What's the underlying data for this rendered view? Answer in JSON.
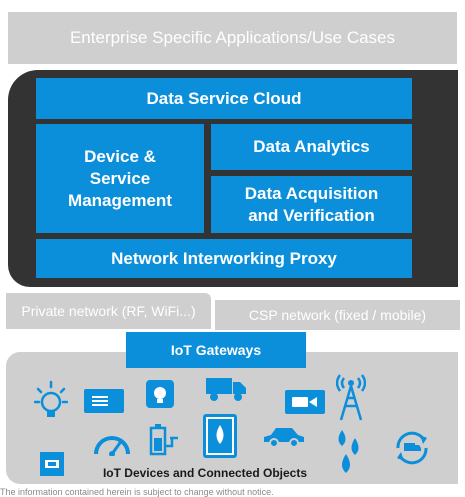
{
  "layers": {
    "enterprise": "Enterprise Specific Applications/Use Cases",
    "data_service_cloud": "Data Service Cloud",
    "device_service_mgmt": "Device & Service Management",
    "data_analytics": "Data Analytics",
    "data_acquisition": "Data Acquisition and Verification",
    "network_proxy": "Network Interworking Proxy",
    "private_network": "Private network (RF, WiFi...)",
    "csp_network": "CSP network (fixed / mobile)",
    "iot_gateways": "IoT Gateways",
    "iot_devices": "IoT Devices and Connected Objects"
  },
  "footer": "The information contained herein is subject to change without notice.",
  "colors": {
    "blue": "#0b8fdb",
    "dark": "#333333",
    "grey": "#cfcfcf"
  },
  "icons": [
    "lightbulb-icon",
    "card-reader-icon",
    "smart-bulb-icon",
    "truck-icon",
    "video-camera-icon",
    "cell-tower-icon",
    "beacon-icon",
    "gauge-icon",
    "battery-charger-icon",
    "smart-meter-icon",
    "car-icon",
    "water-drops-icon",
    "fleet-recycle-icon"
  ]
}
